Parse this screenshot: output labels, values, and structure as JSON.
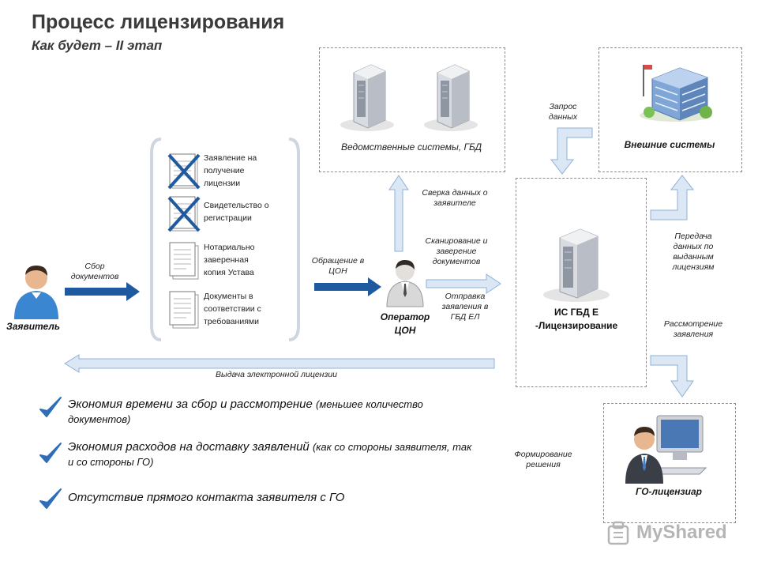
{
  "header": {
    "title": "Процесс лицензирования",
    "subtitle": "Как будет – II этап"
  },
  "applicant": {
    "label": "Заявитель",
    "flow_label": "Сбор документов"
  },
  "documents": [
    {
      "text": "Заявление на получение лицензии",
      "crossed": true
    },
    {
      "text": "Свидетельство о регистрации",
      "crossed": true
    },
    {
      "text": "Нотариально заверенная копия Устава",
      "crossed": false
    },
    {
      "text": "Документы в соответствии с требованиями",
      "crossed": false
    }
  ],
  "appeal_label": "Обращение в ЦОН",
  "operator": {
    "label": "Оператор ЦОН"
  },
  "departmental": {
    "label": "Ведомственные системы, ГБД"
  },
  "external": {
    "label": "Внешние системы"
  },
  "is_gbd": {
    "label": "ИС ГБД Е -Лицензирование"
  },
  "go": {
    "label": "ГО-лицензиар"
  },
  "flows": {
    "verify": "Сверка данных о заявителе",
    "scan": "Сканирование и заверение документов",
    "send": "Отправка заявления в ГБД ЕЛ",
    "request": "Запрос данных",
    "transfer": "Передача данных по выданным лицензиям",
    "review": "Рассмотрение заявления",
    "decision": "Формирование решения",
    "issue": "Выдача электронной лицензии"
  },
  "benefits": [
    {
      "main": "Экономия времени за сбор и рассмотрение",
      "detail": "(меньшее количество документов)"
    },
    {
      "main": "Экономия расходов на доставку заявлений",
      "detail": "(как со стороны заявителя, так и со стороны ГО)"
    },
    {
      "main": "Отсутствие прямого контакта заявителя с ГО",
      "detail": ""
    }
  ],
  "watermark": "MyShared",
  "colors": {
    "arrow_fill": "#dbe7f5",
    "arrow_stroke": "#8fb0d6",
    "arrow_dark": "#1f5aa0",
    "check": "#2f6db5"
  }
}
